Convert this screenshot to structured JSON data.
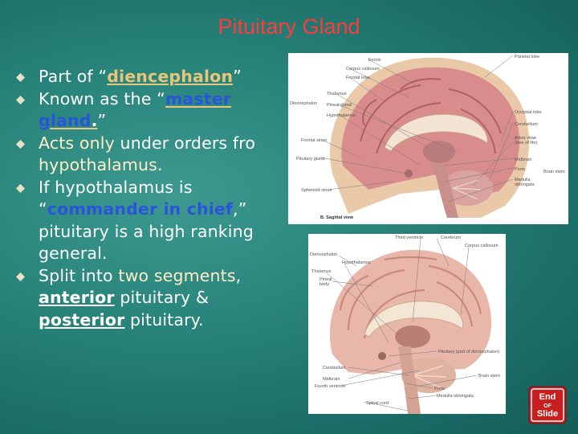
{
  "title": "Pituitary Gland",
  "bullets": [
    {
      "parts": [
        "Part of “",
        "diencephalon",
        "”"
      ]
    },
    {
      "parts": [
        "Known as the “",
        "master",
        "gland",
        ".",
        "”"
      ]
    },
    {
      "parts": [
        "Acts only",
        " under orders fro",
        "hypothalamus."
      ]
    },
    {
      "parts": [
        "If hypothalamus is",
        "“",
        "commander in chief",
        ",”",
        "pituitary is a high ranking",
        "general."
      ]
    },
    {
      "parts": [
        "Split into ",
        "two segments",
        ",",
        "anterior",
        " pituitary &",
        "posterior",
        " pituitary."
      ]
    }
  ],
  "sagittal_view": {
    "labels": {
      "fornix": "Fornix",
      "parietal_lobe": "Parietal lobe",
      "corpus_callosum": "Corpus callosum",
      "frontal_lobe": "Frontal lobe",
      "thalamus": "Thalamus",
      "diencephalon": "Diencephalon",
      "pineal_gland": "Pineal gland",
      "hypothalamus": "Hypothalamus",
      "occipital_lobe": "Occipital lobe",
      "cerebellum": "Cerebellum",
      "arbor_vitae": "Arbor vitae",
      "arbor_vitae_2": "(tree of life)",
      "frontal_sinus": "Frontal sinus",
      "midbrain": "Midbrain",
      "pons": "Pons",
      "pituitary_gland": "Pituitary gland",
      "brain_stem": "Brain stem",
      "medulla": "Medulla",
      "medulla_2": "oblongata",
      "sphenoid_sinus": "Sphenoid sinus",
      "caption": "B. Sagittal view"
    }
  },
  "midsagittal": {
    "labels": {
      "third_ventricle": "Third ventricle",
      "cerebrum": "Cerebrum",
      "corpus_callosum": "Corpus callosum",
      "diencephalon": "Diencephalon",
      "hypothalamus": "Hypothalamus",
      "thalamus": "Thalamus",
      "pineal_body": "Pineal",
      "pineal_body_2": "body",
      "pituitary": "Pituitary (part of diencephalon)",
      "cerebellum": "Cerebellum",
      "midbrain": "Midbrain",
      "fourth_ventricle": "Fourth ventricle",
      "pons": "Pons",
      "brain_stem": "Brain stem",
      "medulla": "Medulla oblongata",
      "spinal_cord": "Spinal cord"
    }
  },
  "end_button": {
    "line1": "End",
    "line2": "OF",
    "line3": "Slide"
  },
  "colors": {
    "title": "#ff3b3b",
    "accent_gold": "#e8c57a",
    "accent_blue": "#2a55d8",
    "end_button": "#c81e1e"
  }
}
